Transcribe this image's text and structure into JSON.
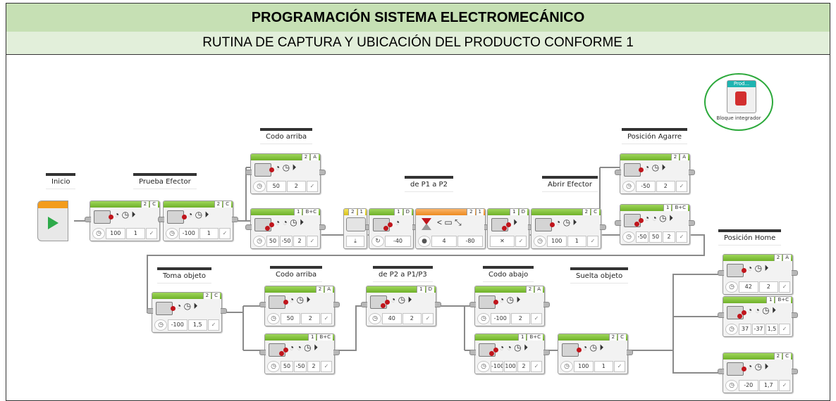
{
  "title": "PROGRAMACIÓN SISTEMA ELECTROMECÁNICO",
  "subtitle": "RUTINA DE CAPTURA Y UBICACIÓN DEL PRODUCTO CONFORME 1",
  "comments": {
    "inicio": "Inicio",
    "prueba_efector": "Prueba Efector",
    "codo_arriba_1": "Codo arriba",
    "p1_p2": "de P1 a P2",
    "abrir_efector": "Abrir Efector",
    "posicion_agarre": "Posición Agarre",
    "posicion_home": "Posición Home",
    "toma_objeto": "Toma objeto",
    "codo_arriba_2": "Codo arriba",
    "p2_p1p3": "de P2 a P1/P3",
    "codo_abajo": "Codo abajo",
    "suelta_objeto": "Suelta objeto"
  },
  "integrator": {
    "block_label": "Prod...",
    "caption": "Bloque integrador"
  },
  "blocks": {
    "b1": {
      "ports": [
        "2",
        "C"
      ],
      "vals": [
        "100",
        "1"
      ]
    },
    "b2": {
      "ports": [
        "2",
        "C"
      ],
      "vals": [
        "-100",
        "1"
      ]
    },
    "b3": {
      "ports": [
        "2",
        "A"
      ],
      "vals": [
        "50",
        "2"
      ]
    },
    "b4": {
      "ports": [
        "1",
        "B+C"
      ],
      "vals": [
        "50",
        "-50",
        "2"
      ]
    },
    "b5": {
      "ports": [
        "2",
        "1"
      ],
      "vals": []
    },
    "b6": {
      "ports": [
        "1",
        "D"
      ],
      "vals": [
        "-40"
      ]
    },
    "b7": {
      "ports": [
        "2",
        "1"
      ],
      "vals": [
        "4",
        "-80"
      ]
    },
    "b8": {
      "ports": [
        "1",
        "D"
      ],
      "vals": []
    },
    "b9": {
      "ports": [
        "2",
        "C"
      ],
      "vals": [
        "100",
        "1"
      ]
    },
    "b10": {
      "ports": [
        "2",
        "A"
      ],
      "vals": [
        "-50",
        "2"
      ]
    },
    "b11": {
      "ports": [
        "1",
        "B+C"
      ],
      "vals": [
        "-50",
        "50",
        "2"
      ]
    },
    "b12": {
      "ports": [
        "2",
        "C"
      ],
      "vals": [
        "-100",
        "1,5"
      ]
    },
    "b13": {
      "ports": [
        "2",
        "A"
      ],
      "vals": [
        "50",
        "2"
      ]
    },
    "b14": {
      "ports": [
        "1",
        "B+C"
      ],
      "vals": [
        "50",
        "-50",
        "2"
      ]
    },
    "b15": {
      "ports": [
        "1",
        "D"
      ],
      "vals": [
        "40",
        "2"
      ]
    },
    "b16": {
      "ports": [
        "2",
        "A"
      ],
      "vals": [
        "-100",
        "2"
      ]
    },
    "b17": {
      "ports": [
        "1",
        "B+C"
      ],
      "vals": [
        "-100",
        "100",
        "2"
      ]
    },
    "b18": {
      "ports": [
        "2",
        "C"
      ],
      "vals": [
        "100",
        "1"
      ]
    },
    "b19": {
      "ports": [
        "2",
        "A"
      ],
      "vals": [
        "42",
        "2"
      ]
    },
    "b20": {
      "ports": [
        "1",
        "B+C"
      ],
      "vals": [
        "37",
        "-37",
        "1,5"
      ]
    },
    "b21": {
      "ports": [
        "2",
        "C"
      ],
      "vals": [
        "-20",
        "1,7"
      ]
    }
  },
  "icons": {
    "play": "play-icon",
    "clock": "clock-icon",
    "check": "checkmark-icon",
    "stop": "stop-icon"
  },
  "colors": {
    "title_bg": "#c6e0b4",
    "subtitle_bg": "#e2efda",
    "motor_green": "#6fb12a",
    "start_orange": "#f39c1c",
    "integrator_ring": "#2ca93b"
  }
}
